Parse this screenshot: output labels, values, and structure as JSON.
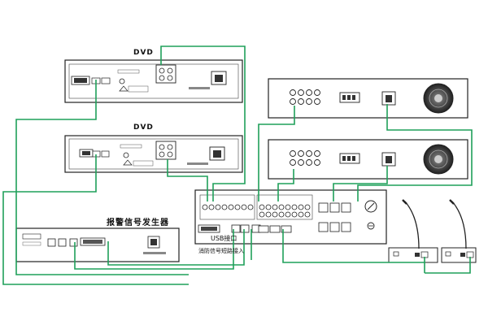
{
  "labels": {
    "dvd_top": "DVD",
    "dvd_bottom": "DVD",
    "alarm_generator": "报警信号发生器",
    "usb_interface": "USB接口",
    "fire_short_input": "消防信号短路接入"
  },
  "colors": {
    "wire": "#1fa05a",
    "device_outline": "#222222",
    "fan": "#5a5a5a"
  }
}
